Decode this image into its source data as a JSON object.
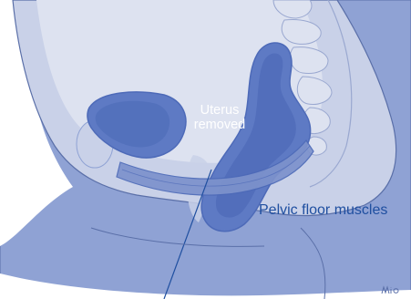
{
  "labels": {
    "uterus_removed": "Uterus\nremoved",
    "pelvic_floor_muscles": "Pelvic floor muscles"
  },
  "signature": "Mio",
  "colors": {
    "background": "#ffffff",
    "body_fill": "#8fa2d4",
    "body_light": "#c9d1e8",
    "cavity": "#dde2f0",
    "outline": "#5a6fa8",
    "organ_dark": "#4d6ab8",
    "organ_mid": "#5e7ac4",
    "muscle": "#7d92cc",
    "label_text": "#1f4fa0",
    "label_text_light": "#ffffff"
  }
}
